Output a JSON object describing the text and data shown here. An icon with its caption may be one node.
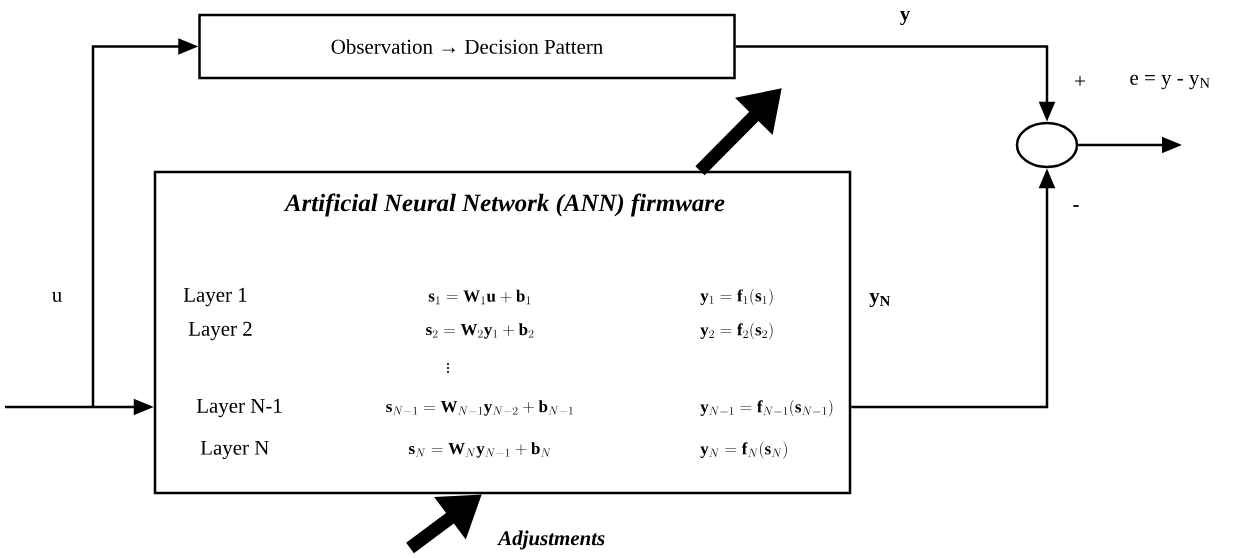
{
  "diagram": {
    "nodes": [
      {
        "text": [
          "Observation → Decision Pattern"
        ]
      },
      {
        "text": [
          "Artificial Neural Network (ANN) firmware",
          "Layer 1",
          "\\mathbf{s}_1 = \\mathbf{W}_1\\mathbf{u} + \\mathbf{b}_1",
          "\\mathbf{y}_1 = \\mathbf{f}_1(\\mathbf{s}_1)",
          "Layer 2",
          "\\mathbf{s}_2 = \\mathbf{W}_2\\mathbf{y}_1 + \\mathbf{b}_2",
          "\\mathbf{y}_2 = \\mathbf{f}_2(\\mathbf{s}_2)",
          "\\vdots",
          "Layer N-1",
          "\\mathbf{s}_{N-1} = \\mathbf{W}_{N-1}\\mathbf{y}_{N-2} + \\mathbf{b}_{N-1}",
          "\\mathbf{y}_{N-1} = \\mathbf{f}_{N-1}(\\mathbf{s}_{N-1})",
          "Layer N",
          "\\mathbf{s}_N = \\mathbf{W}_N\\mathbf{y}_{N-1} + \\mathbf{b}_N",
          "\\mathbf{y}_N = \\mathbf{f}_N(\\mathbf{s}_N)"
        ]
      },
      {
        "text": [],
        "shape": "circle"
      }
    ],
    "edges": [
      {
        "from": null,
        "to": 1,
        "arrow": "to"
      },
      {
        "from": null,
        "to": 0,
        "arrow": "to",
        "label": "u"
      },
      {
        "from": 0,
        "to": 2,
        "arrow": "to",
        "label": "y"
      },
      {
        "from": 1,
        "to": 2,
        "arrow": "to",
        "label": "y$_{N}$"
      },
      {
        "from": 2,
        "to": null,
        "arrow": "to"
      },
      {
        "from": 1,
        "to": 0,
        "arrow": "to",
        "style": "thick"
      },
      {
        "from": null,
        "to": 1,
        "arrow": "to",
        "style": "thick",
        "label": "Adjustments"
      }
    ],
    "labels": [
      "+",
      "e = y - y$_{N}$",
      "-"
    ]
  }
}
